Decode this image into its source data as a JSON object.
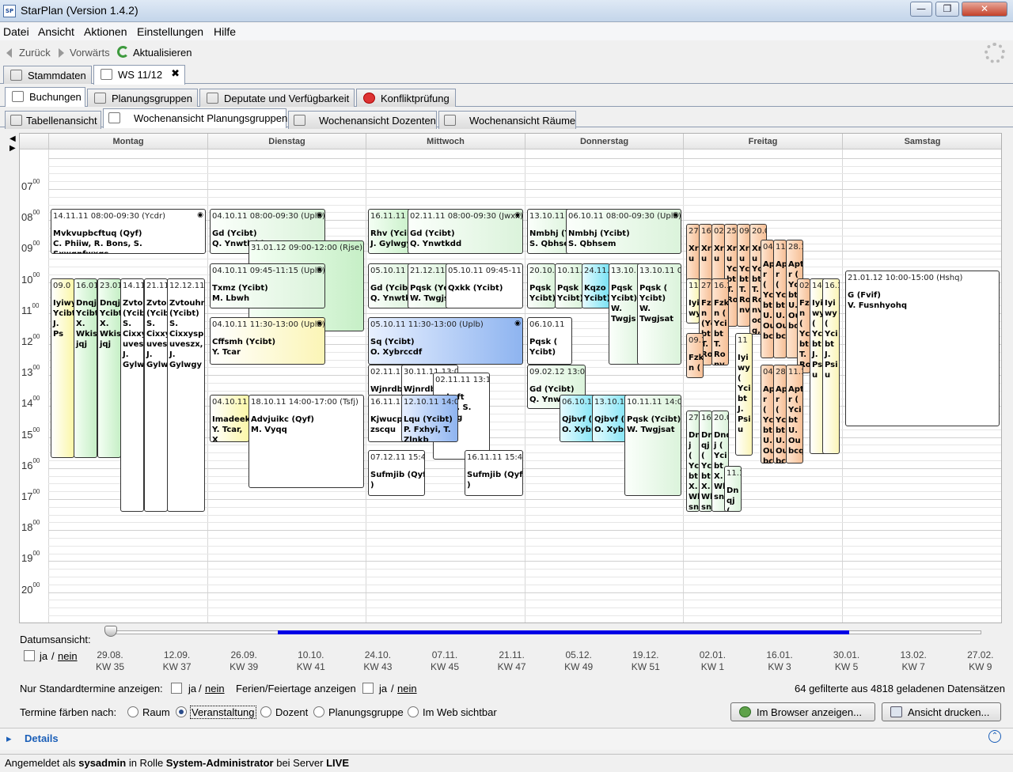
{
  "window": {
    "title": "StarPlan (Version 1.4.2)",
    "icon": "SP"
  },
  "menu": [
    "Datei",
    "Ansicht",
    "Aktionen",
    "Einstellungen",
    "Hilfe"
  ],
  "toolbar": {
    "back": "Zurück",
    "forward": "Vorwärts",
    "refresh": "Aktualisieren"
  },
  "top_tabs": [
    "Stammdaten",
    "WS 11/12"
  ],
  "main_tabs": [
    "Buchungen",
    "Planungsgruppen",
    "Deputate und Verfügbarkeit",
    "Konfliktprüfung"
  ],
  "view_tabs": [
    "Tabellenansicht",
    "Wochenansicht Planungsgruppen",
    "Wochenansicht Dozenten",
    "Wochenansicht Räume"
  ],
  "days": [
    "Montag",
    "Dienstag",
    "Mittwoch",
    "Donnerstag",
    "Freitag",
    "Samstag"
  ],
  "hours": [
    "07",
    "08",
    "09",
    "10",
    "11",
    "12",
    "13",
    "14",
    "15",
    "16",
    "17",
    "18",
    "19",
    "20"
  ],
  "events": [
    {
      "t": "14.11.11 08:00-09:30 (Ycdr)",
      "b": "Mvkvupbcftuq (Qyf)",
      "c": "C. Phiiw, R. Bons, S. Sxwgnfwxgs,",
      "k": "c-w"
    },
    {
      "t": "09.0",
      "b": "Iyiwy",
      "c": "Ycibt J. Ps",
      "k": "c-y"
    },
    {
      "t": "16.01",
      "b": "Dnqj",
      "c": "Ycibt X. Wkis jqj",
      "k": "c-g"
    },
    {
      "t": "23.01",
      "b": "Dnqj",
      "c": "Ycibt X. Wkis jqj",
      "k": "c-g"
    },
    {
      "t": "14.11",
      "b": "Zvtou",
      "c": "(Ycib S. Cixxy uves J. Gylw",
      "k": "c-w"
    },
    {
      "t": "21.11",
      "b": "Zvtou",
      "c": "(Ycib S. Cixxy uves J. Gylw",
      "k": "c-w"
    },
    {
      "t": "12.12.11",
      "b": "Zvtouhn",
      "c": "(Ycibt) S. Cixxysp uveszx, J. Gylwgy",
      "k": "c-w"
    },
    {
      "t": "04.10.11 08:00-09:30 (Uplb)",
      "b": "Gd (Ycibt)",
      "c": "Q. Ynwtkdd",
      "k": "c-lg"
    },
    {
      "t": "31.01.12 09:00-12:00 (Rjse)",
      "b": "",
      "c": "",
      "k": "c-g"
    },
    {
      "t": "04.10.11 09:45-11:15 (Uplb)",
      "b": "Txmz (Ycibt)",
      "c": "M. Lbwh",
      "k": "c-lg"
    },
    {
      "t": "04.10.11 11:30-13:00 (Uplb)",
      "b": "Cffsmh (Ycibt)",
      "c": "Y. Tcar",
      "k": "c-ly"
    },
    {
      "t": "04.10.11",
      "b": "Imadeek",
      "c": "Y. Tcar, X",
      "k": "c-y"
    },
    {
      "t": "18.10.11 14:00-17:00 (Tsfj)",
      "b": "Advjuikc (Qyf)",
      "c": "M. Vyqq",
      "k": "c-w"
    },
    {
      "t": "16.11.11",
      "b": "Rhv (Ycib",
      "c": "J. Gylwgy",
      "k": "c-g"
    },
    {
      "t": "02.11.11 08:00-09:30 (Jwxx)",
      "b": "Gd (Ycibt)",
      "c": "Q. Ynwtkdd",
      "k": "c-lg"
    },
    {
      "t": "05.10.11",
      "b": "Gd (Ycib",
      "c": "Q. Ynwtk",
      "k": "c-lg"
    },
    {
      "t": "21.12.11",
      "b": "Pqsk (Ycib",
      "c": "W. Twgjs",
      "k": "c-lg"
    },
    {
      "t": "05.10.11 09:45-11:",
      "b": "Qxkk (Ycibt)",
      "c": "",
      "k": "c-w"
    },
    {
      "t": "05.10.11 11:30-13:00 (Uplb)",
      "b": "Sq (Ycibt)",
      "c": "O. Xybrccdf",
      "k": "c-b"
    },
    {
      "t": "02.11.11",
      "b": "Wjnrdb",
      "c": "",
      "k": "c-w"
    },
    {
      "t": "30.11.11 13:00",
      "b": "Wjnrdb",
      "c": "",
      "k": "c-w"
    },
    {
      "t": "02.11.11 13:15",
      "b": "upbcft",
      "c": "iw, R. S. nfwxg",
      "k": "c-w"
    },
    {
      "t": "16.11.11",
      "b": "Kjwucp",
      "c": "zscqu",
      "k": "c-w"
    },
    {
      "t": "12.10.11 14:0",
      "b": "Lqu (Ycibt)",
      "c": "P. Fxhyi, T. Zlnkb",
      "k": "c-b"
    },
    {
      "t": "07.12.11 15:45",
      "b": "Sufmjib (Qyf",
      "c": ")",
      "k": "c-w"
    },
    {
      "t": "16.11.11 15:45",
      "b": "Sufmjib (Qyf",
      "c": ")",
      "k": "c-w"
    },
    {
      "t": "13.10.11",
      "b": "Nmbhj (Y",
      "c": "S. Qbhse",
      "k": "c-lg"
    },
    {
      "t": "06.10.11 08:00-09:30 (Uplb)",
      "b": "Nmbhj (Ycibt)",
      "c": "S. Qbhsem",
      "k": "c-lg"
    },
    {
      "t": "20.10.",
      "b": "Pqsk",
      "c": "Ycibt)",
      "k": "c-lg"
    },
    {
      "t": "10.11.",
      "b": "Pqsk",
      "c": "Ycibt)",
      "k": "c-lg"
    },
    {
      "t": "24.11.",
      "b": "Kqzo",
      "c": "Ycibt)",
      "k": "c-c"
    },
    {
      "t": "13.10.",
      "b": "Pqsk",
      "c": "Ycibt) W. Twgjs",
      "k": "c-lg"
    },
    {
      "t": "13.10.11 09",
      "b": "Pqsk (",
      "c": "Ycibt) W. Twgjsat",
      "k": "c-lg"
    },
    {
      "t": "06.10.11",
      "b": "Pqsk (",
      "c": "Ycibt)",
      "k": "c-w"
    },
    {
      "t": "09.02.12 13:00",
      "b": "Gd (Ycibt)",
      "c": "Q. Ynw",
      "k": "c-lg"
    },
    {
      "t": "06.10.11",
      "b": "Qjbvf (Y",
      "c": "O. Xybr",
      "k": "c-c"
    },
    {
      "t": "13.10.11",
      "b": "Qjbvf (Y",
      "c": "O. Xybr",
      "k": "c-c"
    },
    {
      "t": "10.11.11 14:0",
      "b": "Pqsk (Ycibt)",
      "c": "W. Twgjsat",
      "k": "c-lg"
    },
    {
      "t": "21.01.12 10:00-15:00 (Hshq)",
      "b": "G (Fvif)",
      "c": "V. Fusnhyohq",
      "k": "c-w"
    }
  ],
  "fri_events": [
    {
      "t": "27",
      "b": "Xr",
      "c": "u",
      "k": "c-o"
    },
    {
      "t": "16",
      "b": "Xr",
      "c": "u",
      "k": "c-o"
    },
    {
      "t": "02",
      "b": "Xr",
      "c": "u",
      "k": "c-o"
    },
    {
      "t": "25",
      "b": "Xr",
      "c": "u Yc bt T. Ro",
      "k": "c-o"
    },
    {
      "t": "09",
      "b": "Xr",
      "c": "u Yc bt T. Ro nv",
      "k": "c-o"
    },
    {
      "t": "20.0",
      "b": "Xr",
      "c": "u Yc bt T. Ro nv od g,",
      "k": "c-o"
    },
    {
      "t": "11",
      "b": "Iyi",
      "c": "wy",
      "k": "c-ly"
    },
    {
      "t": "27",
      "b": "Fz",
      "c": "n (Yc bt T. Ro",
      "k": "c-o"
    },
    {
      "t": "16.1",
      "b": "Fzk",
      "c": "n ( Yci bt T. Ro nv",
      "k": "c-o"
    },
    {
      "t": "04",
      "b": "Ap",
      "c": "r ( Yc bt U. Ou bc",
      "k": "c-o"
    },
    {
      "t": "11",
      "b": "Ap",
      "c": "r ( Yc bt U. Ou bc",
      "k": "c-o"
    },
    {
      "t": "28.1",
      "b": "Apt",
      "c": "r ( Yci bt U. Ou bc",
      "k": "c-o"
    },
    {
      "t": "09.1",
      "b": "Fzk",
      "c": "n (",
      "k": "c-o"
    },
    {
      "t": "11",
      "b": "Iyi",
      "c": "wy ( Yci bt J. Psi u",
      "k": "c-ly"
    },
    {
      "t": "02",
      "b": "Fz",
      "c": "n ( Yc bt T. Ro",
      "k": "c-o"
    },
    {
      "t": "14",
      "b": "Iyi",
      "c": "wy ( Yci bt J. Ps u",
      "k": "c-ly"
    },
    {
      "t": "16.1",
      "b": "Iyi",
      "c": "wy ( Yci bt J. Psi u",
      "k": "c-ly"
    },
    {
      "t": "04",
      "b": "Ap",
      "c": "r ( Yc bt U. Ou bc",
      "k": "c-o"
    },
    {
      "t": "28",
      "b": "Ap",
      "c": "r ( Yc bt U. Ou bc",
      "k": "c-o"
    },
    {
      "t": "11.1",
      "b": "Apt",
      "c": "r ( Yci bt U. Ou bcq",
      "k": "c-o"
    },
    {
      "t": "27",
      "b": "Dn",
      "c": "j ( Yc bt X. Wl sn",
      "k": "c-lg"
    },
    {
      "t": "16",
      "b": "Dn",
      "c": "qj ( Yc bt X. Wl sn",
      "k": "c-lg"
    },
    {
      "t": "20.0",
      "b": "Dnq",
      "c": "j ( Yci bt X. Wk sn",
      "k": "c-lg"
    },
    {
      "t": "11.1",
      "b": "Dn",
      "c": "qj (",
      "k": "c-lg"
    }
  ],
  "slider": {
    "label": "Datumsansicht:",
    "ja": "ja",
    "slash": "/",
    "nein": "nein"
  },
  "dates": [
    [
      "29.08.",
      "KW 35"
    ],
    [
      "12.09.",
      "KW 37"
    ],
    [
      "26.09.",
      "KW 39"
    ],
    [
      "10.10.",
      "KW 41"
    ],
    [
      "24.10.",
      "KW 43"
    ],
    [
      "07.11.",
      "KW 45"
    ],
    [
      "21.11.",
      "KW 47"
    ],
    [
      "05.12.",
      "KW 49"
    ],
    [
      "19.12.",
      "KW 51"
    ],
    [
      "02.01.",
      "KW 1"
    ],
    [
      "16.01.",
      "KW 3"
    ],
    [
      "30.01.",
      "KW 5"
    ],
    [
      "13.02.",
      "KW 7"
    ],
    [
      "27.02.",
      "KW 9"
    ]
  ],
  "options": {
    "std_label": "Nur Standardtermine anzeigen:",
    "ferien_label": "Ferien/Feiertage anzeigen",
    "ja": "ja",
    "slash": "/",
    "nein": "nein",
    "count": "64 gefilterte aus 4818 geladenen Datensätzen",
    "color_label": "Termine färben nach:",
    "radios": [
      "Raum",
      "Veranstaltung",
      "Dozent",
      "Planungsgruppe",
      "Im Web sichtbar"
    ]
  },
  "buttons": {
    "browser": "Im Browser anzeigen...",
    "print": "Ansicht drucken..."
  },
  "details": "Details",
  "status": {
    "p1": "Angemeldet als ",
    "user": "sysadmin",
    "p2": " in Rolle ",
    "role": "System-Administrator",
    "p3": " bei Server ",
    "server": "LIVE"
  }
}
